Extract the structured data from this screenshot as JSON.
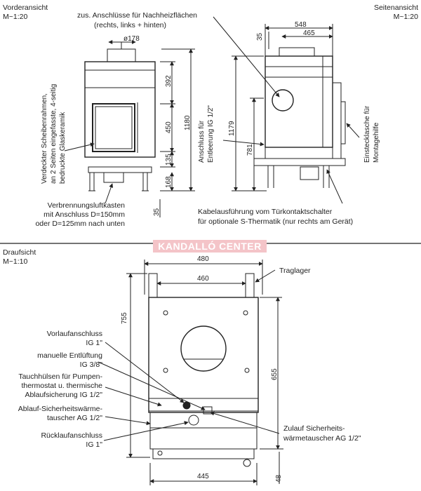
{
  "front_view": {
    "title": "Vorderansicht",
    "scale": "M~1:20"
  },
  "side_view": {
    "title": "Seitenansicht",
    "scale": "M~1:20"
  },
  "top_view": {
    "title": "Draufsicht",
    "scale": "M~1:10"
  },
  "watermark": {
    "text": "KANDALLÓ CENTER",
    "color": "#f4c4c8"
  },
  "front_labels": {
    "zus_line1": "zus. Anschlüsse für Nachheizflächen",
    "zus_line2": "(rechts, links + hinten)",
    "frame_line1": "Verdeckter Scheibenrahmen,",
    "frame_line2": "an 2 Seiten eingefasste, 4-seitig",
    "frame_line3": "bedruckte Glaskeramik",
    "air_line1": "Verbrennungsluftkasten",
    "air_line2": "mit Anschluss D=150mm",
    "air_line3": "oder D=125mm nach unten"
  },
  "front_dims": {
    "d178": "ø178",
    "d392": "392",
    "d450": "450",
    "d135": "135",
    "d1180": "1180",
    "d168": "168",
    "d35": "35"
  },
  "side_dims": {
    "d35": "35",
    "d548": "548",
    "d465": "465",
    "d1179": "1179",
    "d781": "781"
  },
  "side_labels": {
    "drain_line1": "Anschluss für",
    "drain_line2": "Entleerung IG 1/2\"",
    "lug_line1": "Einstecklasche für",
    "lug_line2": "Montagehilfe",
    "cable_line1": "Kabelausführung vom Türkontaktschalter",
    "cable_line2": "für optionale S-Thermatik (nur rechts am Gerät)"
  },
  "top_dims": {
    "d480": "480",
    "d460": "460",
    "d755": "755",
    "d655": "655",
    "d445": "445",
    "d48": "48"
  },
  "top_labels": {
    "traglager": "Traglager",
    "vorlauf_line1": "Vorlaufanschluss",
    "vorlauf_line2": "IG 1\"",
    "entl_line1": "manuelle Entlüftung",
    "entl_line2": "IG 3/8\"",
    "tauch_line1": "Tauchhülsen für Pumpen-",
    "tauch_line2": "thermostat u. thermische",
    "tauch_line3": "Ablaufsicherung IG 1/2\"",
    "ablauf_line1": "Ablauf-Sicherheitswärme-",
    "ablauf_line2": "tauscher AG 1/2\"",
    "rueck_line1": "Rücklaufanschluss",
    "rueck_line2": "IG 1\"",
    "zulauf_line1": "Zulauf Sicherheits-",
    "zulauf_line2": "wärmetauscher AG 1/2\""
  }
}
